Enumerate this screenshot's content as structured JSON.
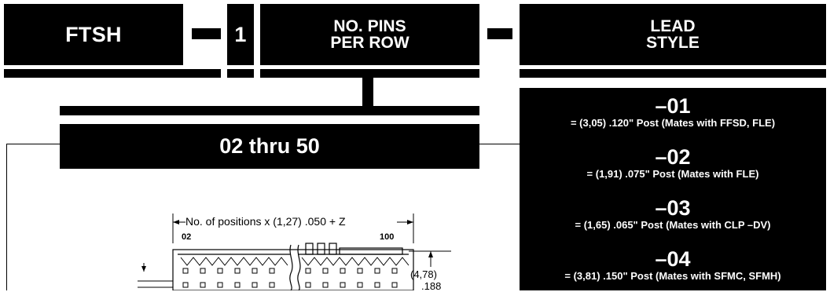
{
  "header": {
    "series": "FTSH",
    "dash1": "–",
    "row_option": "1",
    "pins_line1": "NO. PINS",
    "pins_line2": "PER ROW",
    "dash2": "–",
    "lead_line1": "LEAD",
    "lead_line2": "STYLE"
  },
  "pins_range": "02 thru 50",
  "lead_styles": [
    {
      "code": "–01",
      "desc": "= (3,05) .120\" Post (Mates with FFSD, FLE)"
    },
    {
      "code": "–02",
      "desc": "= (1,91) .075\" Post (Mates with FLE)"
    },
    {
      "code": "–03",
      "desc": "= (1,65) .065\" Post (Mates with CLP –DV)"
    },
    {
      "code": "–04",
      "desc": "= (3,81) .150\" Post (Mates with SFMC, SFMH)"
    }
  ],
  "drawing": {
    "positions_formula": "No. of positions x  (1,27) .050 + Z",
    "pos_first": "02",
    "pos_last": "100",
    "height_mm": "(4,78)",
    "height_in": ".188"
  }
}
